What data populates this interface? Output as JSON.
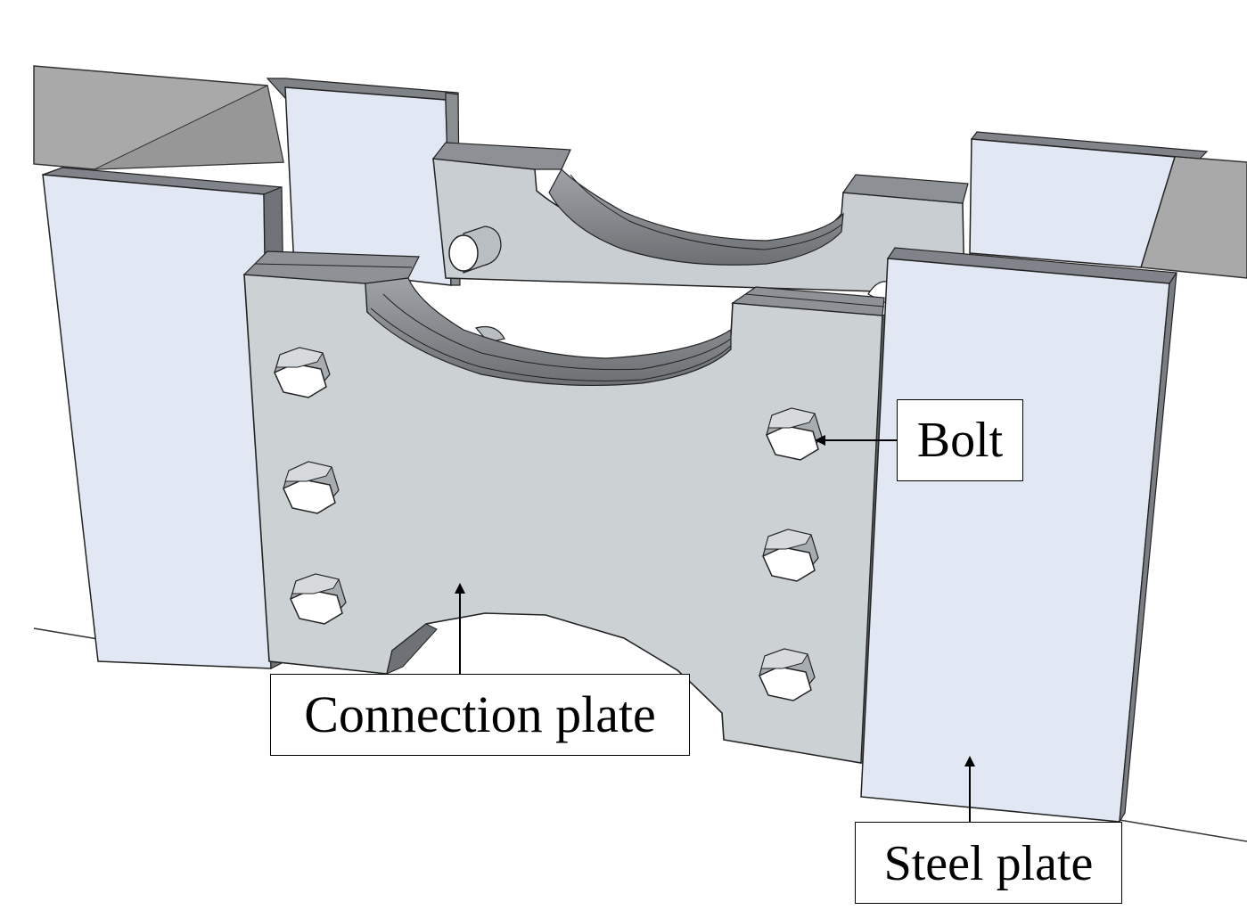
{
  "labels": {
    "bolt": "Bolt",
    "connection_plate": "Connection plate",
    "steel_plate": "Steel plate"
  },
  "colors": {
    "beam_gray": "#a9a9a9",
    "beam_dark": "#8e8e8e",
    "steel_plate_face": "#e1e8f3",
    "plate_face": "#ccd1d4",
    "plate_edge": "#7a7d80",
    "plate_top": "#9a9ea2",
    "outline": "#222222"
  }
}
